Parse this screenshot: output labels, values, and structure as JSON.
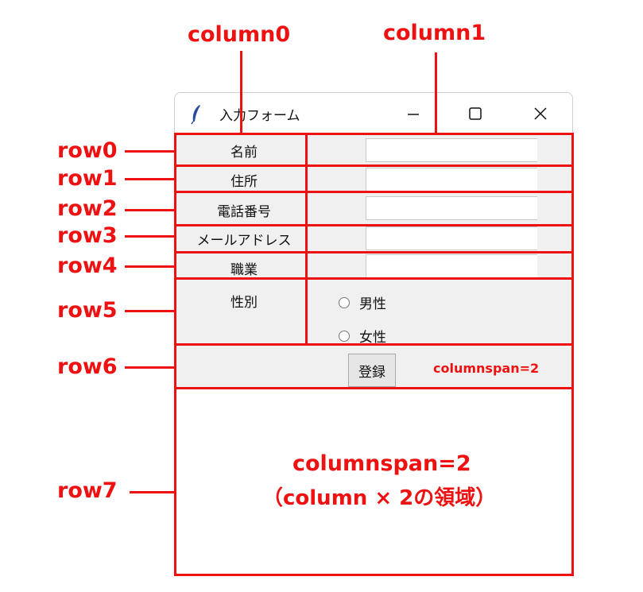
{
  "window": {
    "title": "入力フォーム",
    "app_icon": "feather-icon",
    "controls": [
      "minimize-icon",
      "maximize-icon",
      "close-icon"
    ]
  },
  "form": {
    "labels": [
      "名前",
      "住所",
      "電話番号",
      "メールアドレス",
      "職業",
      "性別"
    ],
    "entries": [
      "",
      "",
      "",
      "",
      ""
    ],
    "gender_options": [
      "男性",
      "女性"
    ],
    "submit_label": "登録"
  },
  "annotations": {
    "columns": [
      "column0",
      "column1"
    ],
    "rows": [
      "row0",
      "row1",
      "row2",
      "row3",
      "row4",
      "row5",
      "row6",
      "row7"
    ],
    "row6_note": "columnspan=2",
    "row7_note_line1": "columnspan=2",
    "row7_note_line2": "（column × 2の領域）",
    "color": "#ee1111"
  }
}
